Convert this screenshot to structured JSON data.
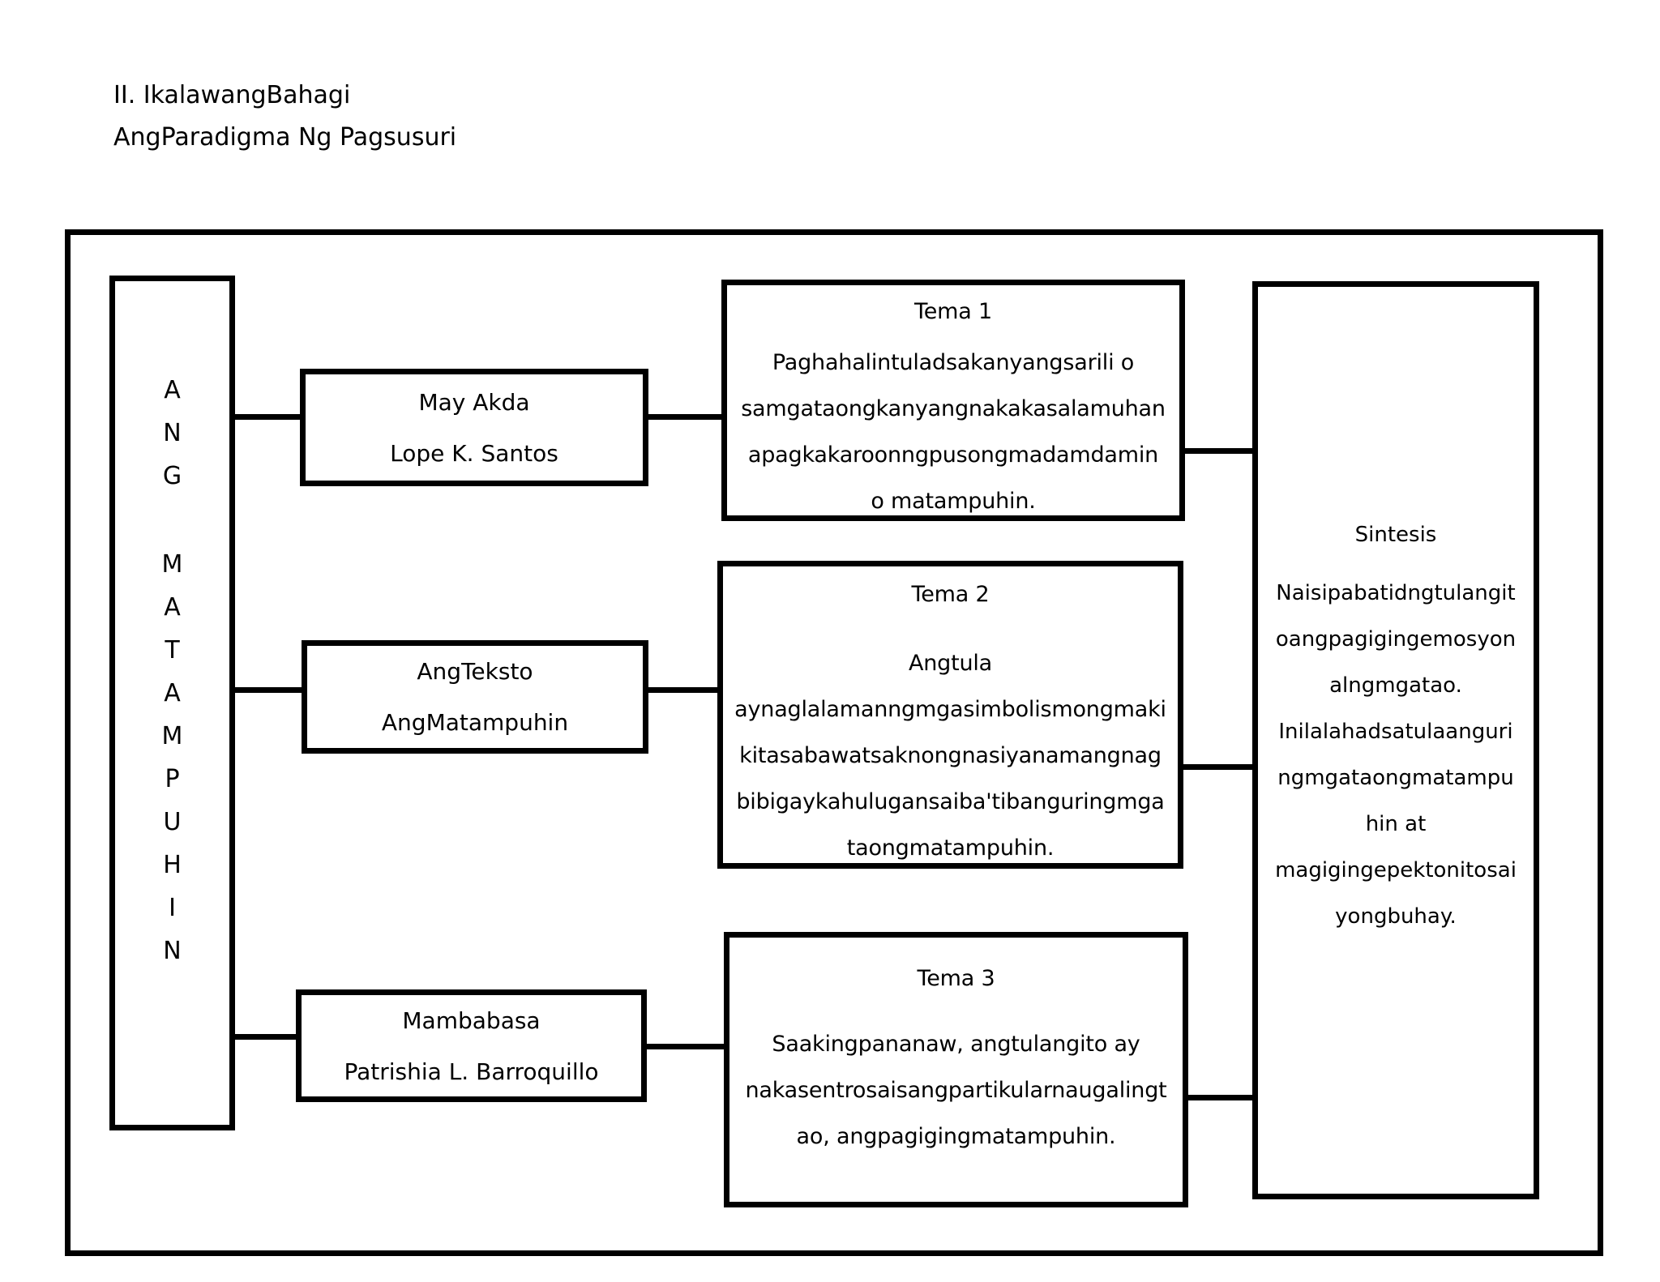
{
  "page": {
    "heading_line1": "II. IkalawangBahagi",
    "heading_line2": "AngParadigma Ng Pagsusuri"
  },
  "diagram": {
    "left_box": {
      "letters_top": "A\nN\nG",
      "letters_bottom": "M\nA\nT\nA\nM\nP\nU\nH\nI\nN"
    },
    "author_box": {
      "title": "May Akda",
      "value": "Lope K. Santos"
    },
    "text_box": {
      "title": "AngTeksto",
      "value": "AngMatampuhin"
    },
    "reader_box": {
      "title": "Mambabasa",
      "value": "Patrishia L. Barroquillo"
    },
    "tema1": {
      "title": "Tema 1",
      "body": "Paghahalintuladsakanyangsarili o\nsamgataongkanyangnakakasalamuhan\napagkakaroonngpusongmadamdamin\no matampuhin."
    },
    "tema2": {
      "title": "Tema 2",
      "body": "Angtula\naynaglalamanngmgasimbolismongmaki\nkitasabawatsaknongnasiyanamangnag\nbibigaykahulugansaiba'tibanguringmga\ntaongmatampuhin."
    },
    "tema3": {
      "title": "Tema 3",
      "body": "Saakingpananaw, angtulangito ay\nnakasentrosaisangpartikularnaugalingt\nao, angpagigingmatampuhin."
    },
    "sintesis": {
      "title": "Sintesis",
      "body": "Naisipabatidngtulangit\noangpagigingemosyon\nalngmgatao.\nInilalahadsatulaanguri\nngmgataongmatampu\nhin at\nmagigingepektonitosai\nyongbuhay."
    }
  },
  "colors": {
    "background": "#ffffff",
    "line": "#000000",
    "text": "#000000"
  }
}
